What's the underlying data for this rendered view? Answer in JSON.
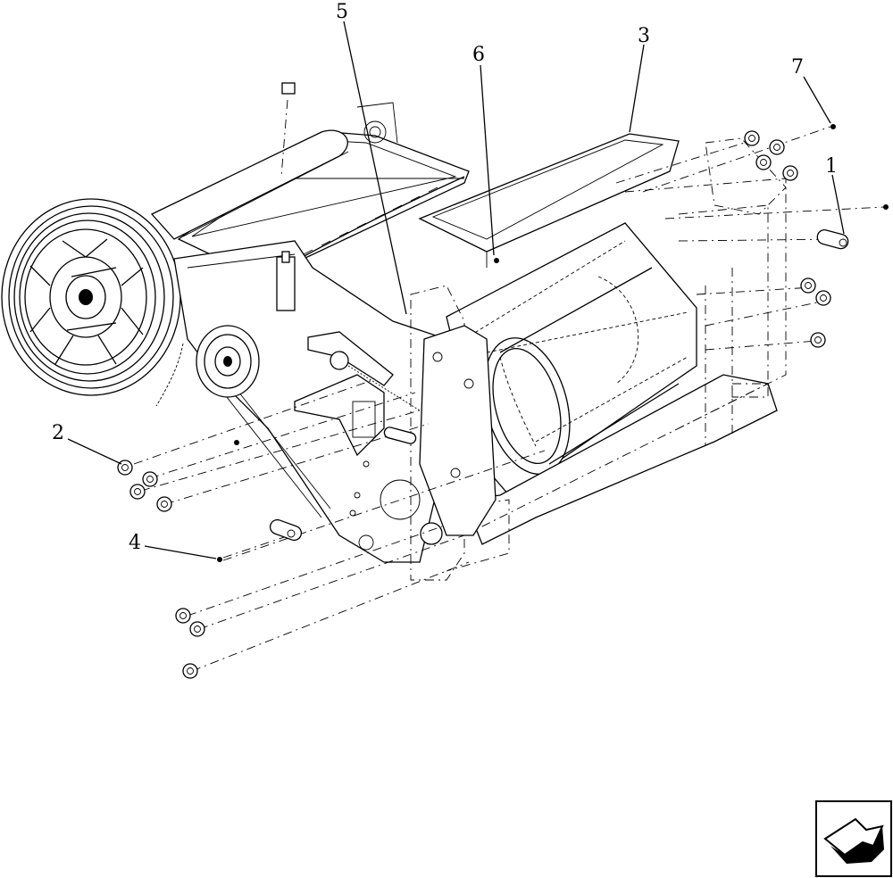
{
  "callouts": [
    {
      "id": "1",
      "label": "1"
    },
    {
      "id": "2",
      "label": "2"
    },
    {
      "id": "3",
      "label": "3"
    },
    {
      "id": "4",
      "label": "4"
    },
    {
      "id": "5",
      "label": "5"
    },
    {
      "id": "6",
      "label": "6"
    },
    {
      "id": "7",
      "label": "7"
    }
  ],
  "navigation": {
    "icon": "page-turn-arrow-icon"
  }
}
